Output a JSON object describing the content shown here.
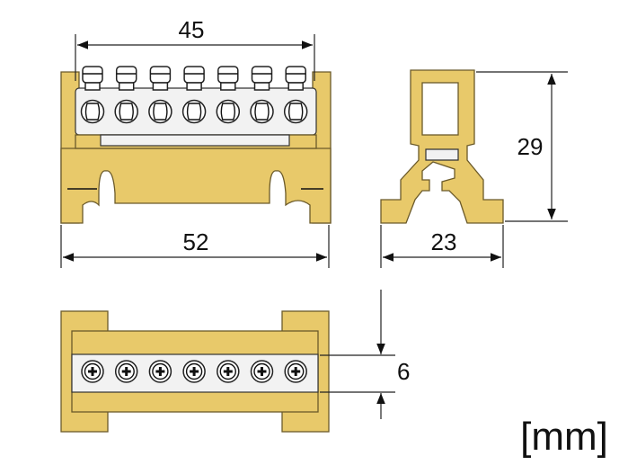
{
  "dimensions": {
    "top_width": "45",
    "base_width": "52",
    "side_height": "29",
    "side_width": "23",
    "screw_pitch": "6"
  },
  "unit_label": "[mm]",
  "colors": {
    "housing": "#e8c96a",
    "outline": "#6b5a2a",
    "bar": "#f2f2f2",
    "dimension": "#111111"
  },
  "terminal_count": 7
}
